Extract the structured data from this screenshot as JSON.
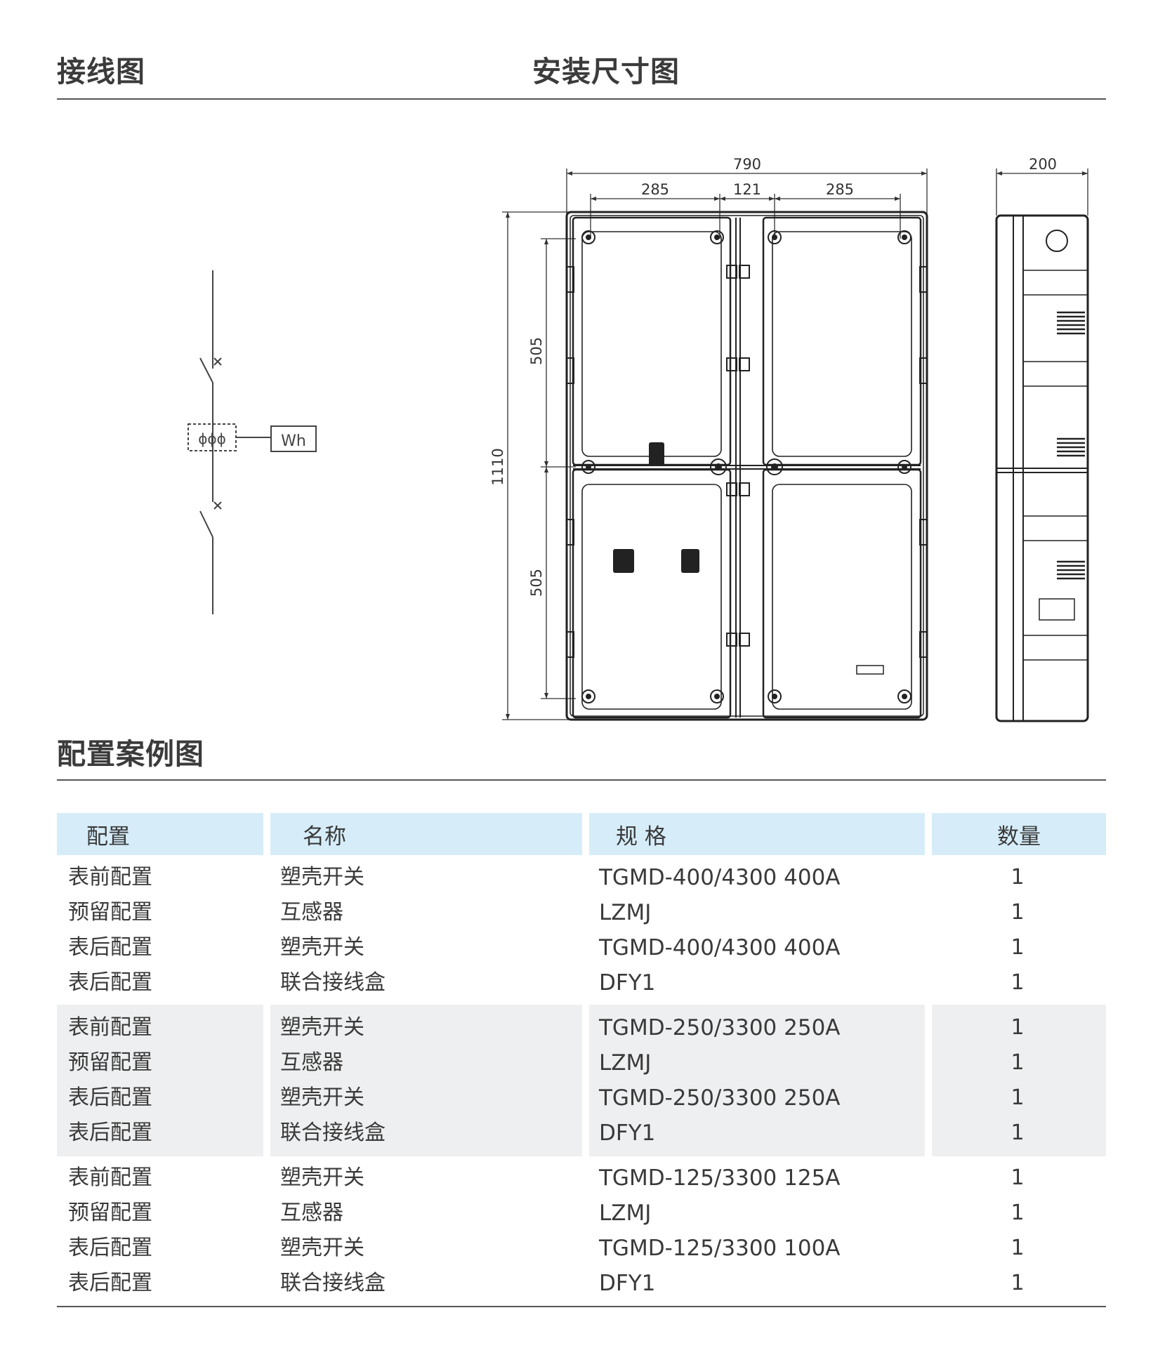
{
  "headings": {
    "wiring": "接线图",
    "dimension": "安装尺寸图",
    "config": "配置案例图"
  },
  "wiring": {
    "meter_label": "Wh",
    "terminal_glyphs": "ϕϕϕ"
  },
  "dimensions": {
    "total_width": "790",
    "left_width": "285",
    "center_width": "121",
    "right_width": "285",
    "depth": "200",
    "total_height": "1110",
    "upper_height": "505",
    "lower_height": "505"
  },
  "table": {
    "headers": [
      "配置",
      "名称",
      "规 格",
      "数量"
    ],
    "groups": [
      {
        "rows": [
          [
            "表前配置",
            "塑壳开关",
            "TGMD-400/4300 400A",
            "1"
          ],
          [
            "预留配置",
            "互感器",
            "LZMJ",
            "1"
          ],
          [
            "表后配置",
            "塑壳开关",
            "TGMD-400/4300 400A",
            "1"
          ],
          [
            "表后配置",
            "联合接线盒",
            "DFY1",
            "1"
          ]
        ]
      },
      {
        "rows": [
          [
            "表前配置",
            "塑壳开关",
            "TGMD-250/3300 250A",
            "1"
          ],
          [
            "预留配置",
            "互感器",
            "LZMJ",
            "1"
          ],
          [
            "表后配置",
            "塑壳开关",
            "TGMD-250/3300 250A",
            "1"
          ],
          [
            "表后配置",
            "联合接线盒",
            "DFY1",
            "1"
          ]
        ]
      },
      {
        "rows": [
          [
            "表前配置",
            "塑壳开关",
            "TGMD-125/3300 125A",
            "1"
          ],
          [
            "预留配置",
            "互感器",
            "LZMJ",
            "1"
          ],
          [
            "表后配置",
            "塑壳开关",
            "TGMD-125/3300 100A",
            "1"
          ],
          [
            "表后配置",
            "联合接线盒",
            "DFY1",
            "1"
          ]
        ]
      }
    ]
  }
}
